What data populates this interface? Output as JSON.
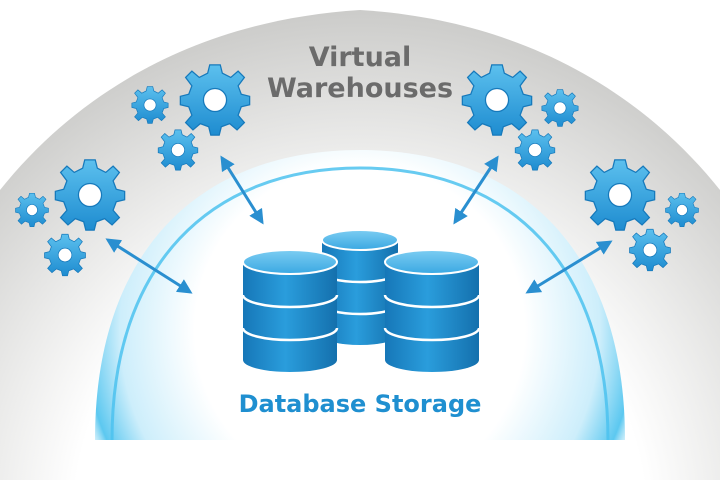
{
  "diagram": {
    "warehouses_label_line1": "Virtual",
    "warehouses_label_line2": "Warehouses",
    "storage_label": "Database Storage"
  },
  "colors": {
    "arc_gray": "#cfcfcd",
    "arc_gray_light": "#f2f2f1",
    "glow_blue": "#33b6e8",
    "gear_blue": "#2f9fdc",
    "arrow_blue": "#2a8fd0",
    "db_blue": "#1f8fd0",
    "storage_text": "#1f8fd0",
    "warehouse_text": "#6b6b6b"
  },
  "icons": [
    "gear-icon",
    "database-icon",
    "double-arrow-icon"
  ]
}
